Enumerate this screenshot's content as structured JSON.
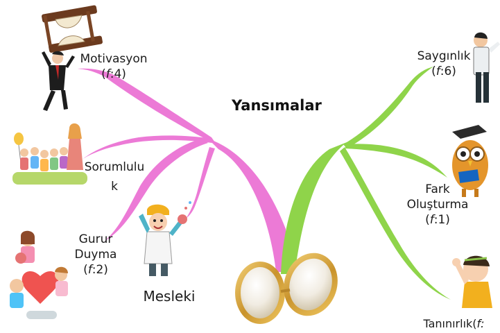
{
  "title": "Yansımalar",
  "left_branches": [
    {
      "line1": "Motivasyon",
      "line2_prefix": "(",
      "line2_italic": "f",
      "line2_suffix": ":4)"
    },
    {
      "line1": "Sorumlulu",
      "line2": "k"
    },
    {
      "line1": "Gurur",
      "line2": "Duyma",
      "line3_prefix": "(",
      "line3_italic": "f",
      "line3_suffix": ":2)"
    },
    {
      "line1": "Mesleki"
    }
  ],
  "right_branches": [
    {
      "line1": "Saygınlık",
      "line2_prefix": "(",
      "line2_italic": "f",
      "line2_suffix": ":6)"
    },
    {
      "line1": "Fark",
      "line2": "Oluşturma",
      "line3_prefix": "(",
      "line3_italic": "f",
      "line3_suffix": ":1)"
    },
    {
      "line1": "Tanınırlık(",
      "line1_italic": "f:"
    }
  ],
  "colors": {
    "left_branch": "#ec7ad6",
    "right_branch": "#8fd44a",
    "mirror_gold": "#d9a640"
  },
  "icons": [
    "hourglass-businessman-icon",
    "children-balloons-icon",
    "family-heart-icon",
    "scientist-icon",
    "mirror-icon",
    "thinking-man-icon",
    "graduate-owl-icon",
    "waving-boy-icon"
  ]
}
